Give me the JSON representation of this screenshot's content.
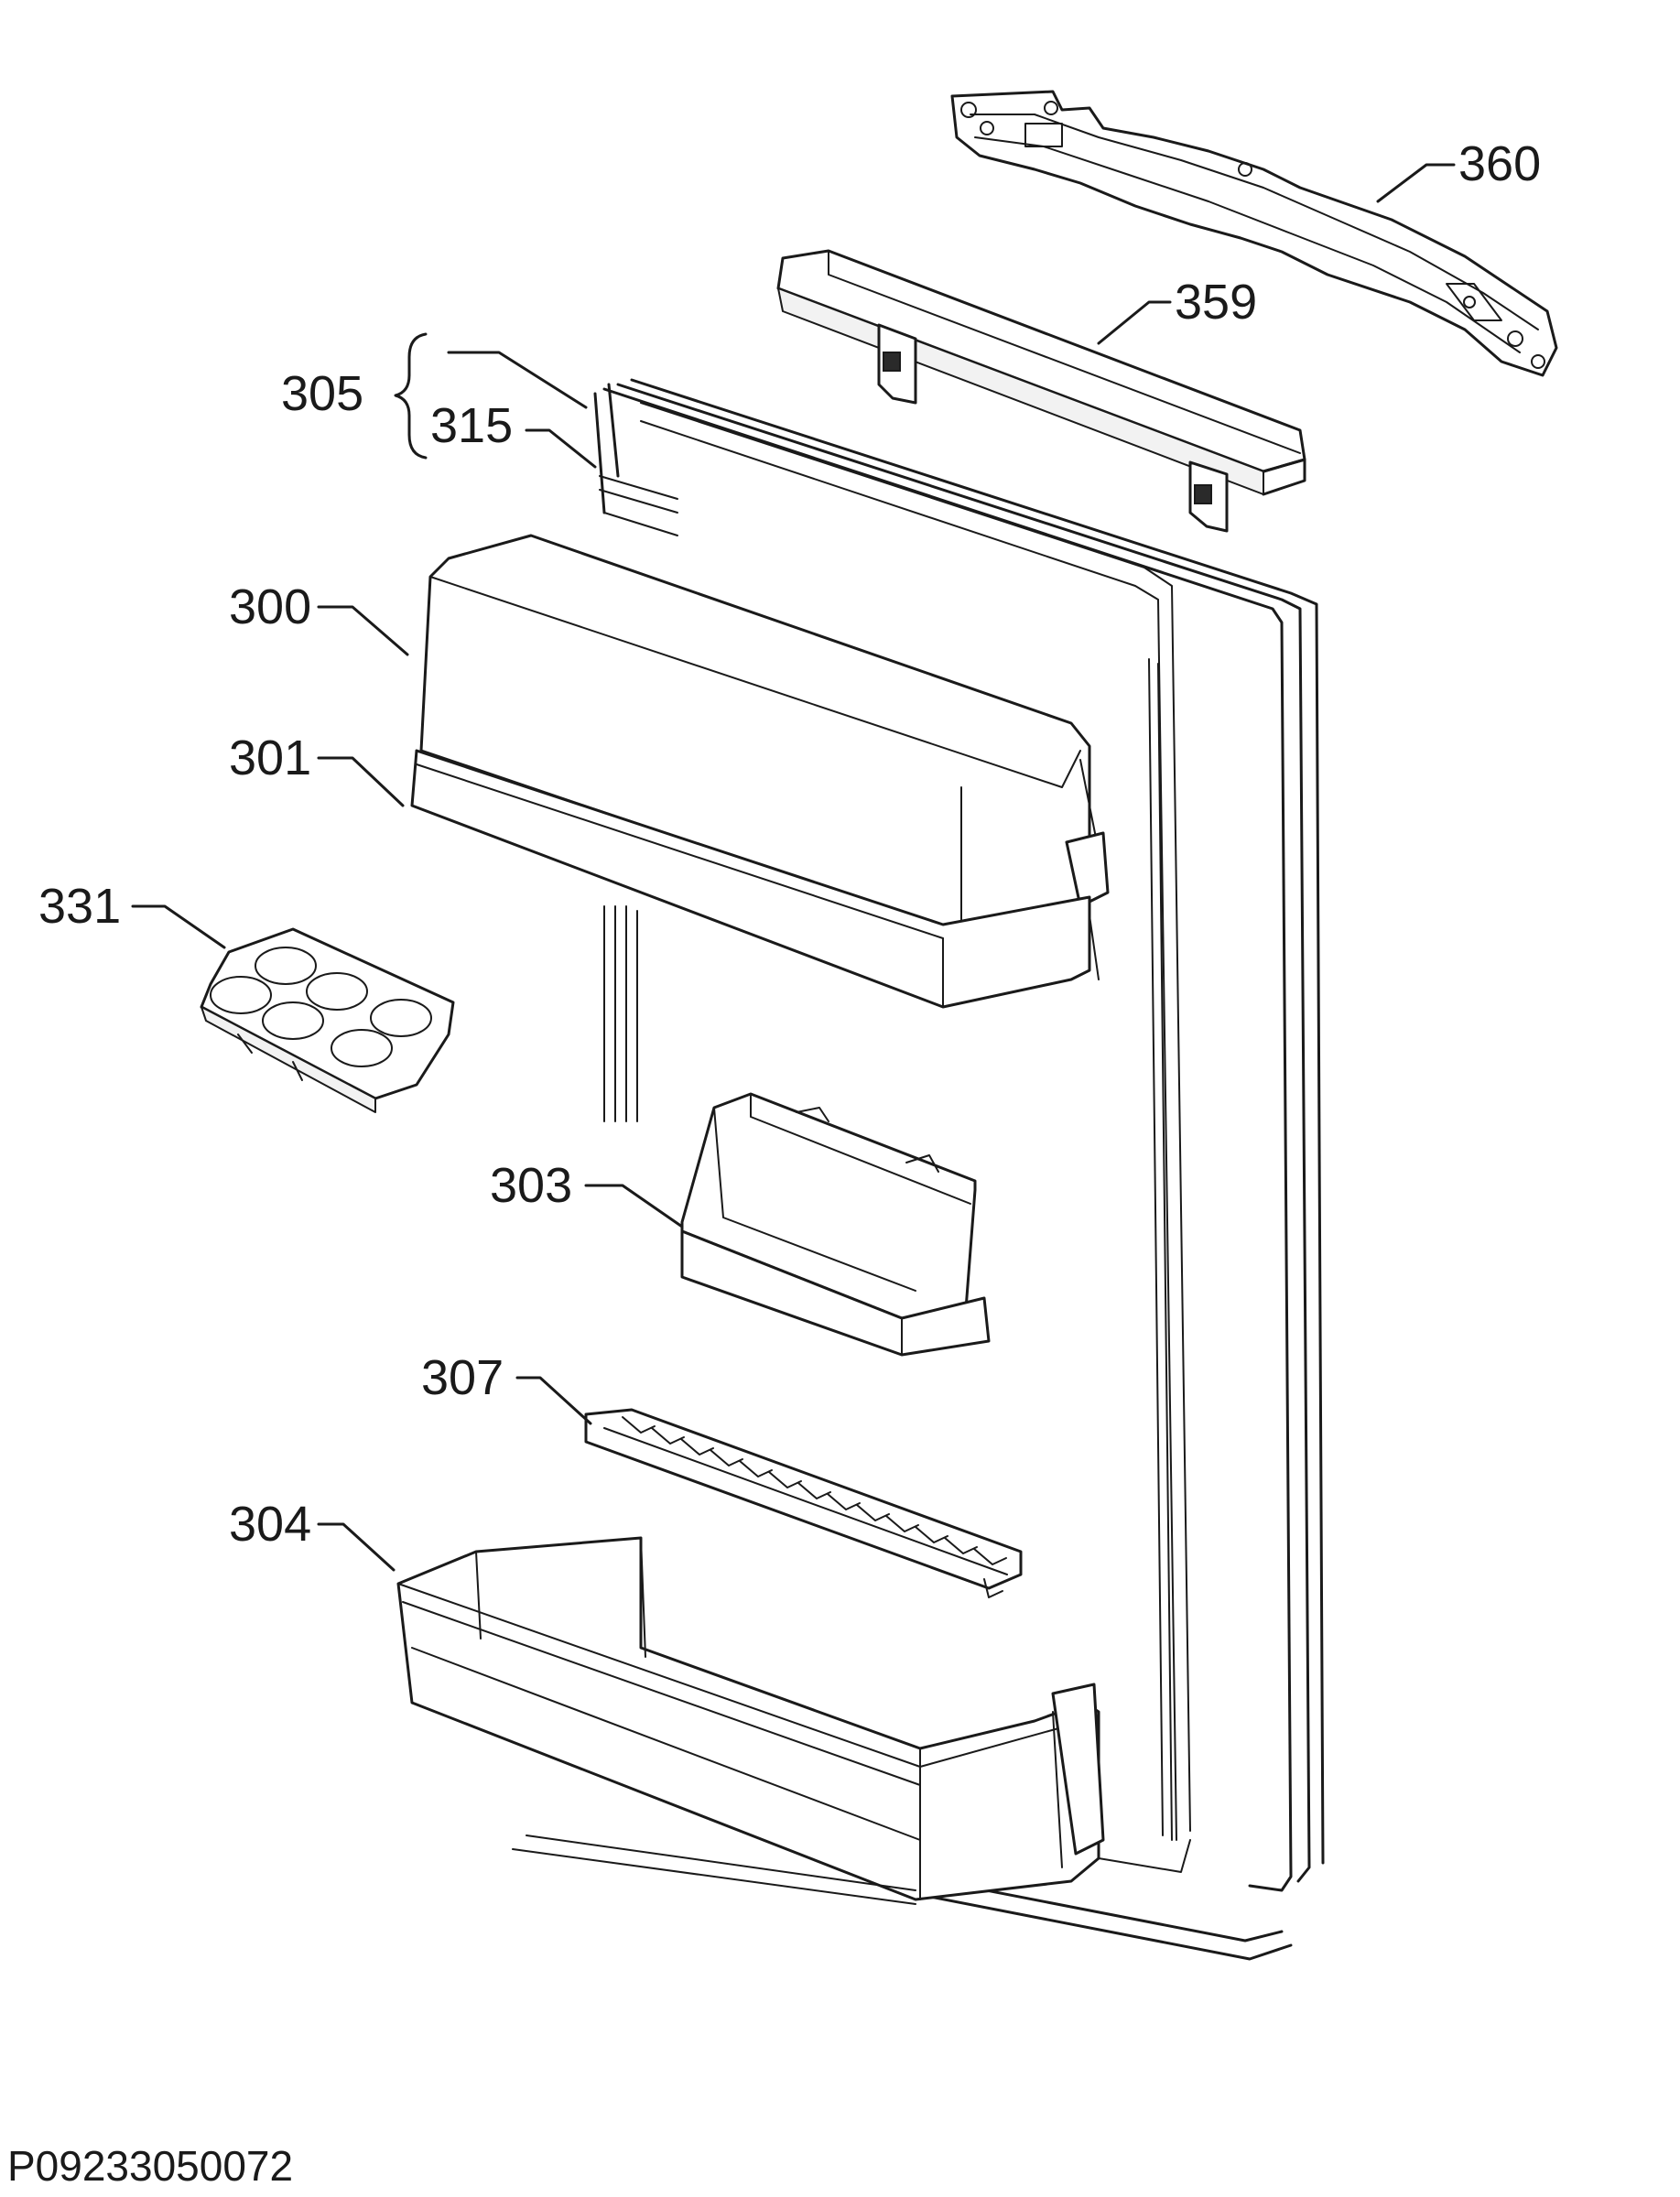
{
  "drawing_code": "P09233050072",
  "parts": [
    {
      "id": "360",
      "label": "360"
    },
    {
      "id": "359",
      "label": "359"
    },
    {
      "id": "305",
      "label": "305"
    },
    {
      "id": "315",
      "label": "315"
    },
    {
      "id": "300",
      "label": "300"
    },
    {
      "id": "301",
      "label": "301"
    },
    {
      "id": "331",
      "label": "331"
    },
    {
      "id": "303",
      "label": "303"
    },
    {
      "id": "307",
      "label": "307"
    },
    {
      "id": "304",
      "label": "304"
    }
  ]
}
